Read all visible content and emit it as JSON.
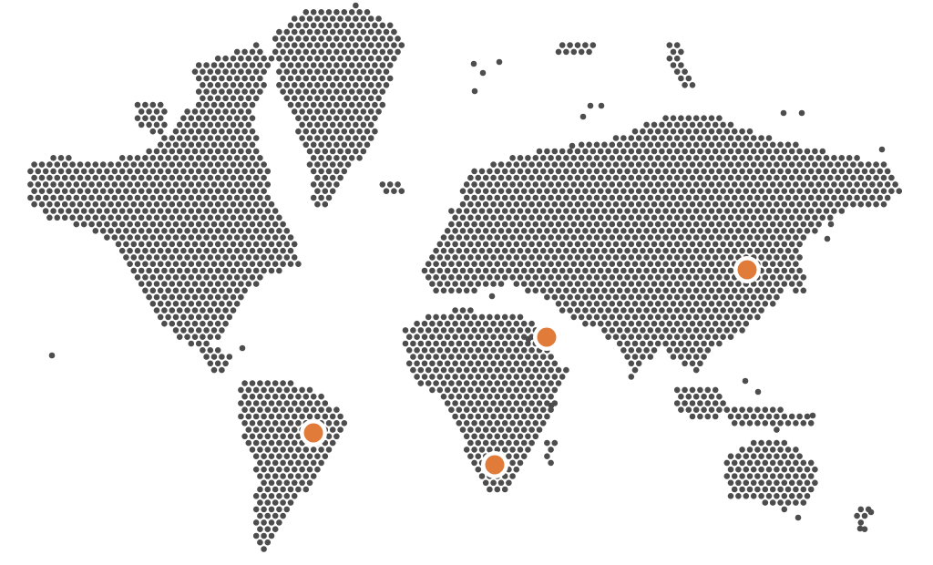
{
  "map": {
    "style": "dotted-world-map",
    "dot_color": "#4d4d4d",
    "highlight_color": "#e07b39",
    "highlights": [
      {
        "region": "brazil"
      },
      {
        "region": "south-africa"
      },
      {
        "region": "sudan"
      },
      {
        "region": "china"
      }
    ]
  }
}
